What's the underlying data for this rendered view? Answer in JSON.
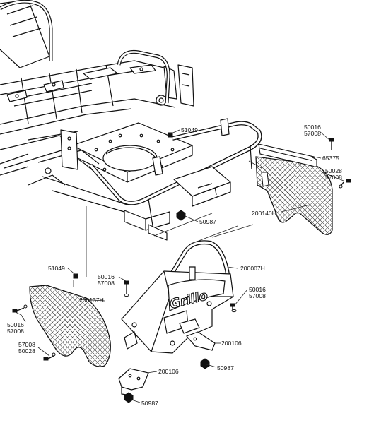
{
  "diagram": {
    "brand_logo": "Grillo",
    "labels": {
      "p51049_upper": "51049",
      "p50016_right": "50016",
      "p57008_right": "57008",
      "p65375": "65375",
      "p50028_right": "50028",
      "p57008_right2": "57008",
      "p200140H": "200140H",
      "p50987_mid": "50987",
      "p51049_lower": "51049",
      "p50016_center": "50016",
      "p57008_center": "57008",
      "p200007H": "200007H",
      "p200137H": "200137H",
      "p50016_rfront": "50016",
      "p57008_rfront": "57008",
      "p50016_left": "50016",
      "p57008_left": "57008",
      "p57008_lower": "57008",
      "p50028_lower": "50028",
      "p200106_right": "200106",
      "p50987_right": "50987",
      "p200106_bottom": "200106",
      "p50987_bottom": "50987"
    },
    "colors": {
      "line": "#111111",
      "mesh_fill": "#ffffff",
      "background": "#ffffff"
    }
  }
}
